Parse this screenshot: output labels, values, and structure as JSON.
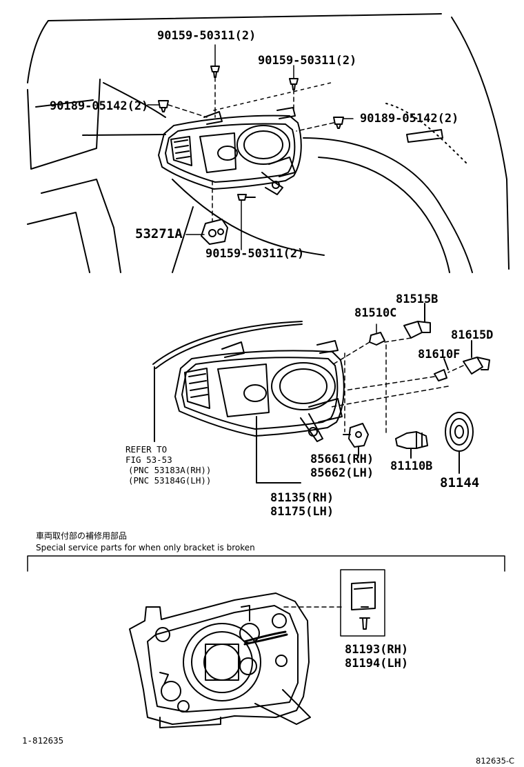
{
  "upper_callouts": {
    "bolt_top_left": "90159-50311(2)",
    "bolt_top_right": "90159-50311(2)",
    "clip_left": "90189-05142(2)",
    "clip_right": "90189-05142(2)",
    "bracket": "53271A",
    "bolt_bottom": "90159-50311(2)"
  },
  "middle_callouts": {
    "bulb_small": "81510C",
    "socket_small": "81515B",
    "bulb_side": "81610F",
    "socket_side": "81615D",
    "refer_line1": "REFER TO",
    "refer_line2": "FIG 53-53",
    "refer_line3": "(PNC  53183A(RH))",
    "refer_line4": "(PNC  53184G(LH))",
    "leveling_rh": "85661(RH)",
    "leveling_lh": "85662(LH)",
    "halogen_bulb": "81110B",
    "cap": "81144",
    "assembly_rh": "81135(RH)",
    "assembly_lh": "81175(LH)"
  },
  "service_section": {
    "japanese_note": "車両取付部の補修用部品",
    "english_note": "Special service parts for when only bracket is broken",
    "kit_rh": "81193(RH)",
    "kit_lh": "81194(LH)"
  },
  "footer": {
    "left_code": "1-812635",
    "right_code": "812635-C"
  }
}
